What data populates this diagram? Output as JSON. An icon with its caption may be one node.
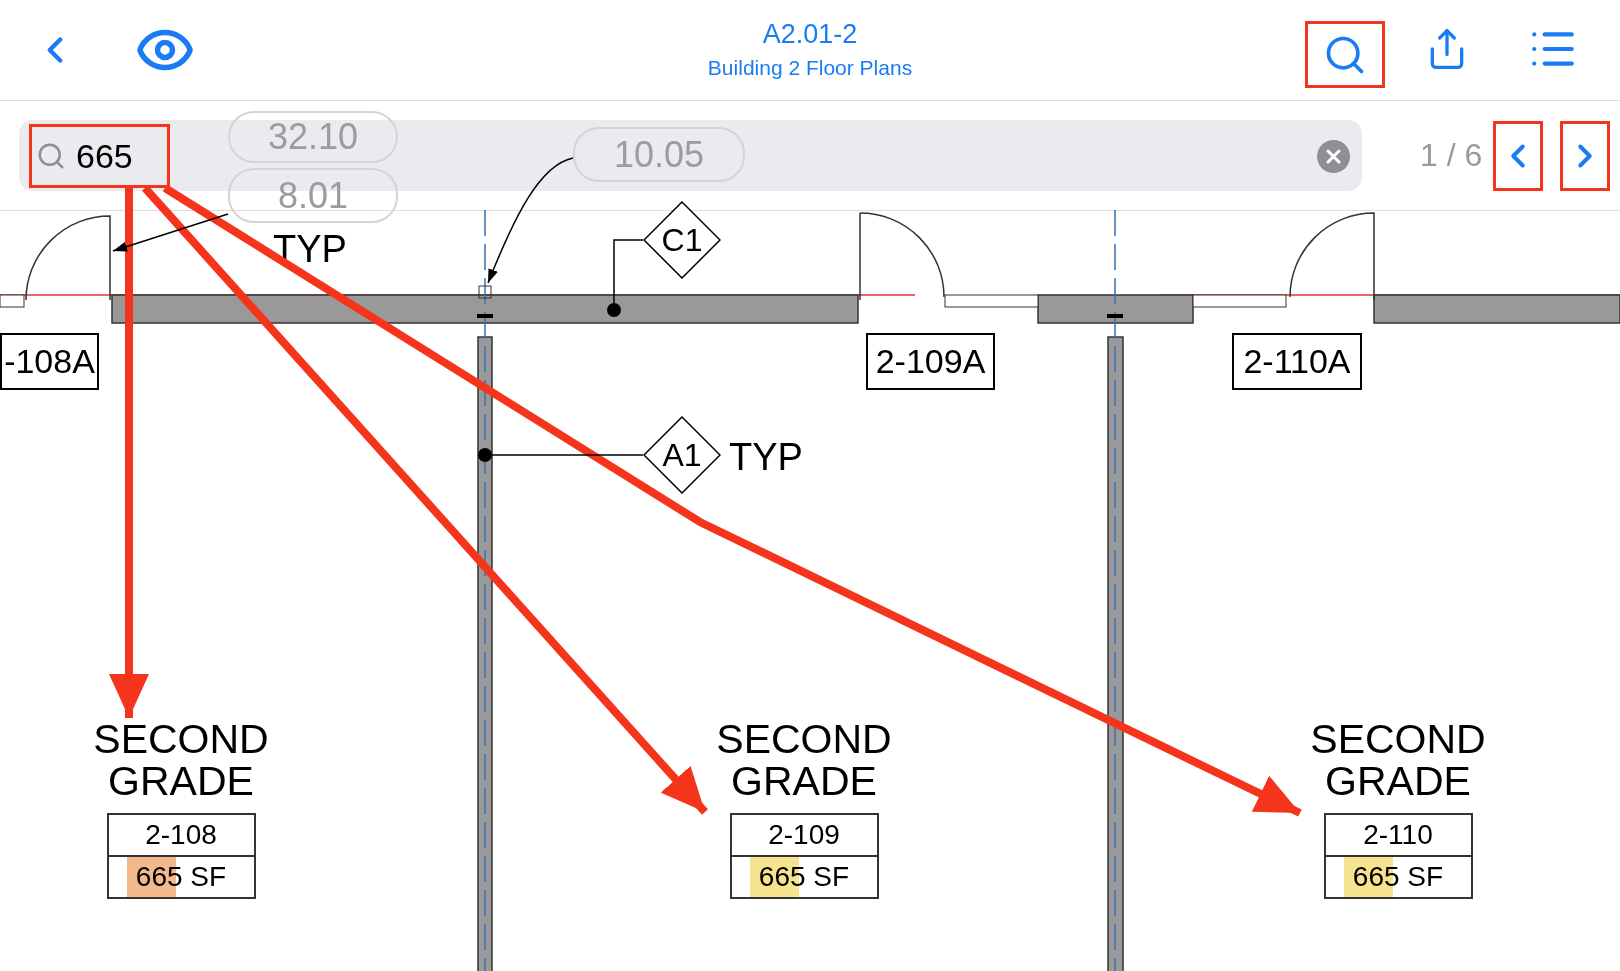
{
  "diagram": {
    "nodes": [
      {
        "text": [
          "665"
        ]
      },
      {
        "text": [
          "32.10"
        ]
      },
      {
        "text": [
          "8.01"
        ]
      },
      {
        "text": [
          "10.05"
        ]
      },
      {
        "text": [
          "C1"
        ]
      },
      {
        "text": [],
        "shape": "circle"
      },
      {
        "text": [
          "-108A"
        ]
      },
      {
        "text": [
          "2-109A"
        ]
      },
      {
        "text": [
          "2-110A"
        ]
      },
      {
        "text": [
          "A1"
        ],
        "beside": [
          "TYP"
        ]
      },
      {
        "text": [],
        "shape": "circle"
      },
      {
        "text": [
          "SECOND GRADE",
          "2-108",
          "665 SF"
        ]
      },
      {
        "text": [
          "SECOND GRADE",
          "2-109",
          "665 SF"
        ]
      },
      {
        "text": [
          "SECOND GRADE",
          "2-110",
          "665 SF"
        ]
      }
    ],
    "edges": [
      {
        "from": 0,
        "to": 11,
        "arrow": "to",
        "style": "thick",
        "color": "#f5341c"
      },
      {
        "from": 0,
        "to": 12,
        "arrow": "to",
        "style": "thick",
        "color": "#f5341c"
      },
      {
        "from": 0,
        "to": 13,
        "arrow": "to",
        "style": "thick",
        "color": "#f5341c"
      },
      {
        "from": 2,
        "to": null,
        "arrow": "to"
      },
      {
        "from": 3,
        "to": null,
        "arrow": "to"
      },
      {
        "from": 4,
        "to": 5,
        "arrow": "none"
      },
      {
        "from": 9,
        "to": 10,
        "arrow": "none"
      }
    ],
    "labels": [
      "A2.01-2",
      "Building 2 Floor Plans",
      "1 / 6",
      "TYP"
    ]
  }
}
